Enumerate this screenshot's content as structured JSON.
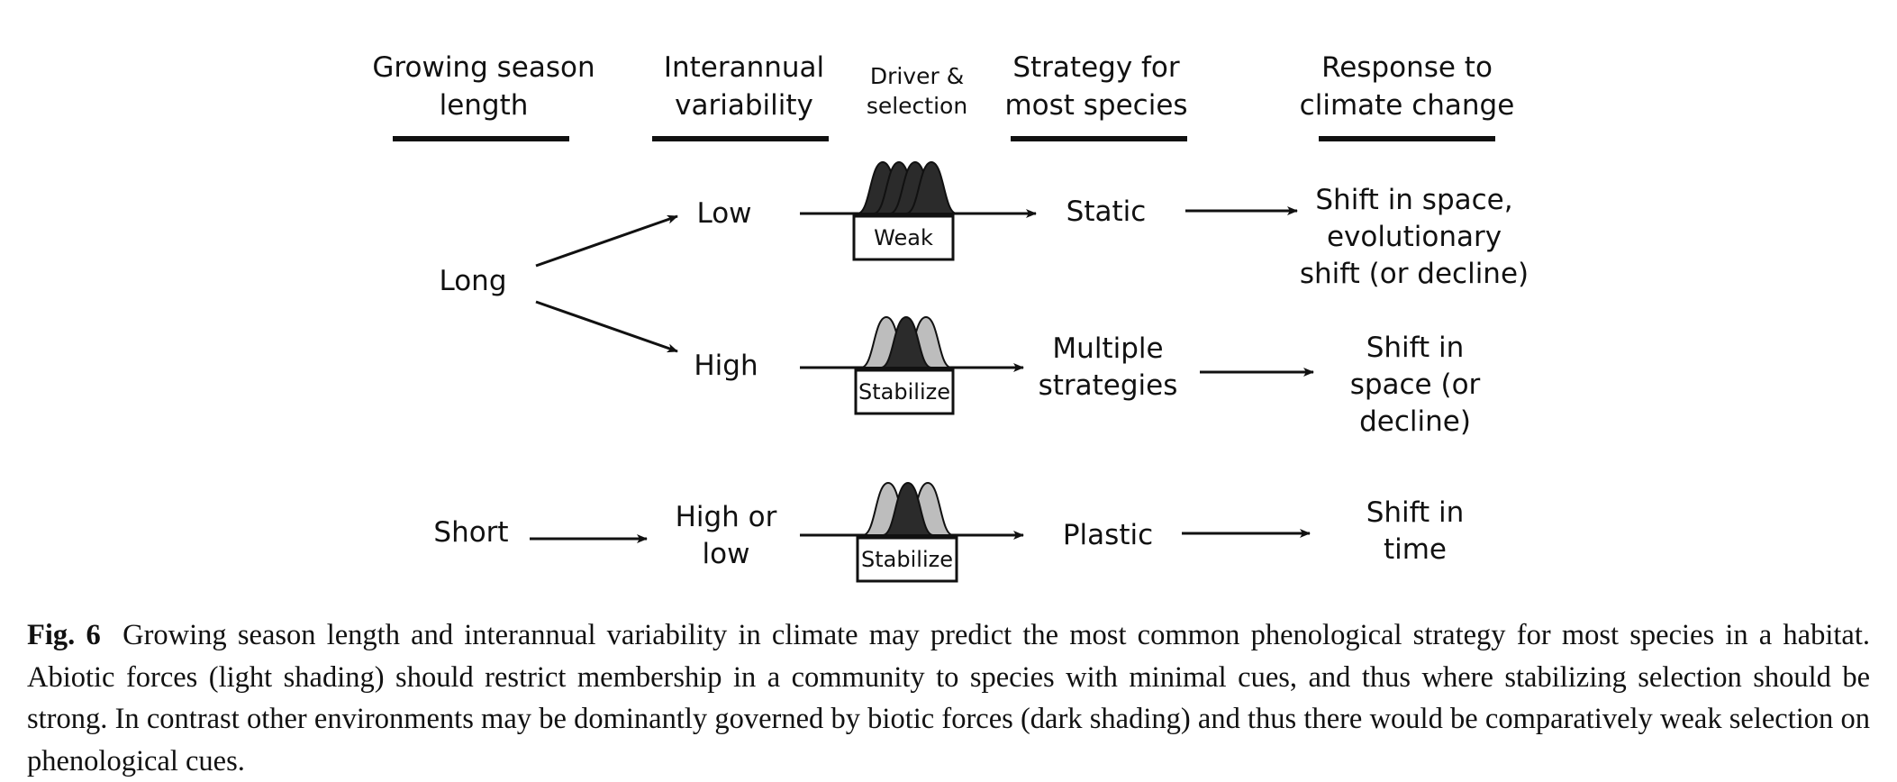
{
  "headers": {
    "growing_season": [
      "Growing season",
      "length"
    ],
    "interannual": [
      "Interannual",
      "variability"
    ],
    "driver": [
      "Driver &",
      "selection"
    ],
    "strategy": [
      "Strategy for",
      "most species"
    ],
    "response": [
      "Response to",
      "climate change"
    ]
  },
  "growing_season": {
    "long": "Long",
    "short": "Short"
  },
  "rows": [
    {
      "variability": [
        "Low"
      ],
      "selection": "Weak",
      "shading": "dark",
      "strategy": [
        "Static"
      ],
      "response": [
        "Shift in space,",
        "evolutionary",
        "shift (or decline)"
      ]
    },
    {
      "variability": [
        "High"
      ],
      "selection": "Stabilize",
      "shading": "mixed",
      "strategy": [
        "Multiple",
        "strategies"
      ],
      "response": [
        "Shift in",
        "space (or",
        "decline)"
      ]
    },
    {
      "variability": [
        "High or",
        "low"
      ],
      "selection": "Stabilize",
      "shading": "mixed",
      "strategy": [
        "Plastic"
      ],
      "response": [
        "Shift in",
        "time"
      ]
    }
  ],
  "colors": {
    "dark_shading": "#2b2b2b",
    "light_shading": "#bdbdbd",
    "line": "#111111"
  },
  "caption": {
    "label": "Fig. 6",
    "text": "Growing season length and interannual variability in climate may predict the most common phenological strategy for most species in a habitat. Abiotic forces (light shading) should restrict membership in a community to species with minimal cues, and thus where stabilizing selection should be strong. In contrast other environments may be dominantly governed by biotic forces (dark shading) and thus there would be comparatively weak selection on phenological cues."
  }
}
